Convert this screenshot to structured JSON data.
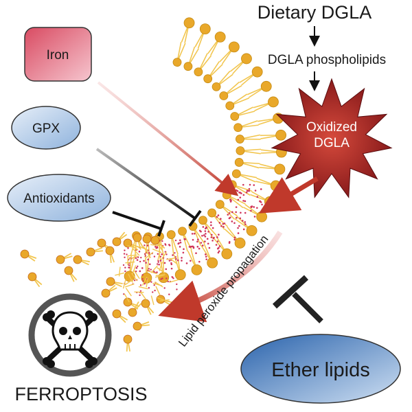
{
  "title": "Dietary DGLA",
  "step1": "DGLA phospholipids",
  "star": {
    "line1": "Oxidized",
    "line2": "DGLA"
  },
  "factors": {
    "iron": "Iron",
    "gpx": "GPX",
    "antioxidants": "Antioxidants",
    "ether_lipids": "Ether lipids"
  },
  "propagation_label": "Lipid peroxide propagation",
  "outcome": "FERROPTOSIS",
  "colors": {
    "iron_fill": "#e8788a",
    "blue_pill": "#7aa6d8",
    "ether_fill": "#3f7fc7",
    "star_fill": "#8e1b1e",
    "arrow_red": "#c0392b",
    "head": "#e9a82a",
    "tail": "#f2c650",
    "peroxide": "#d0345a"
  },
  "icons": {
    "death": "skull-crossbones-icon"
  }
}
